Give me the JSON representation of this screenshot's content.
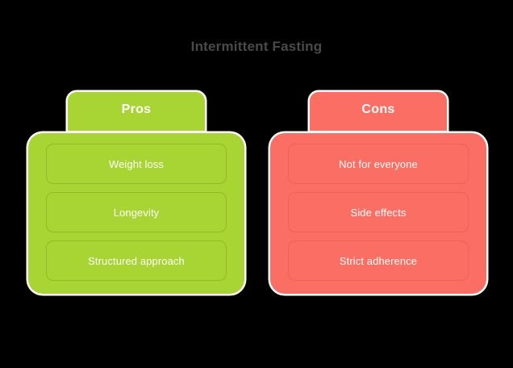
{
  "title": "Intermittent Fasting",
  "background_color": "#000000",
  "title_color": "#4a4a4a",
  "outline_color": "#ffffff",
  "columns": [
    {
      "header": "Pros",
      "color": "#a8d434",
      "border_color": "#8fbb2c",
      "items": [
        {
          "label": "Weight loss"
        },
        {
          "label": "Longevity"
        },
        {
          "label": "Structured approach"
        }
      ]
    },
    {
      "header": "Cons",
      "color": "#fa6e64",
      "border_color": "#ef6158",
      "items": [
        {
          "label": "Not for everyone"
        },
        {
          "label": "Side effects"
        },
        {
          "label": "Strict adherence"
        }
      ]
    }
  ]
}
